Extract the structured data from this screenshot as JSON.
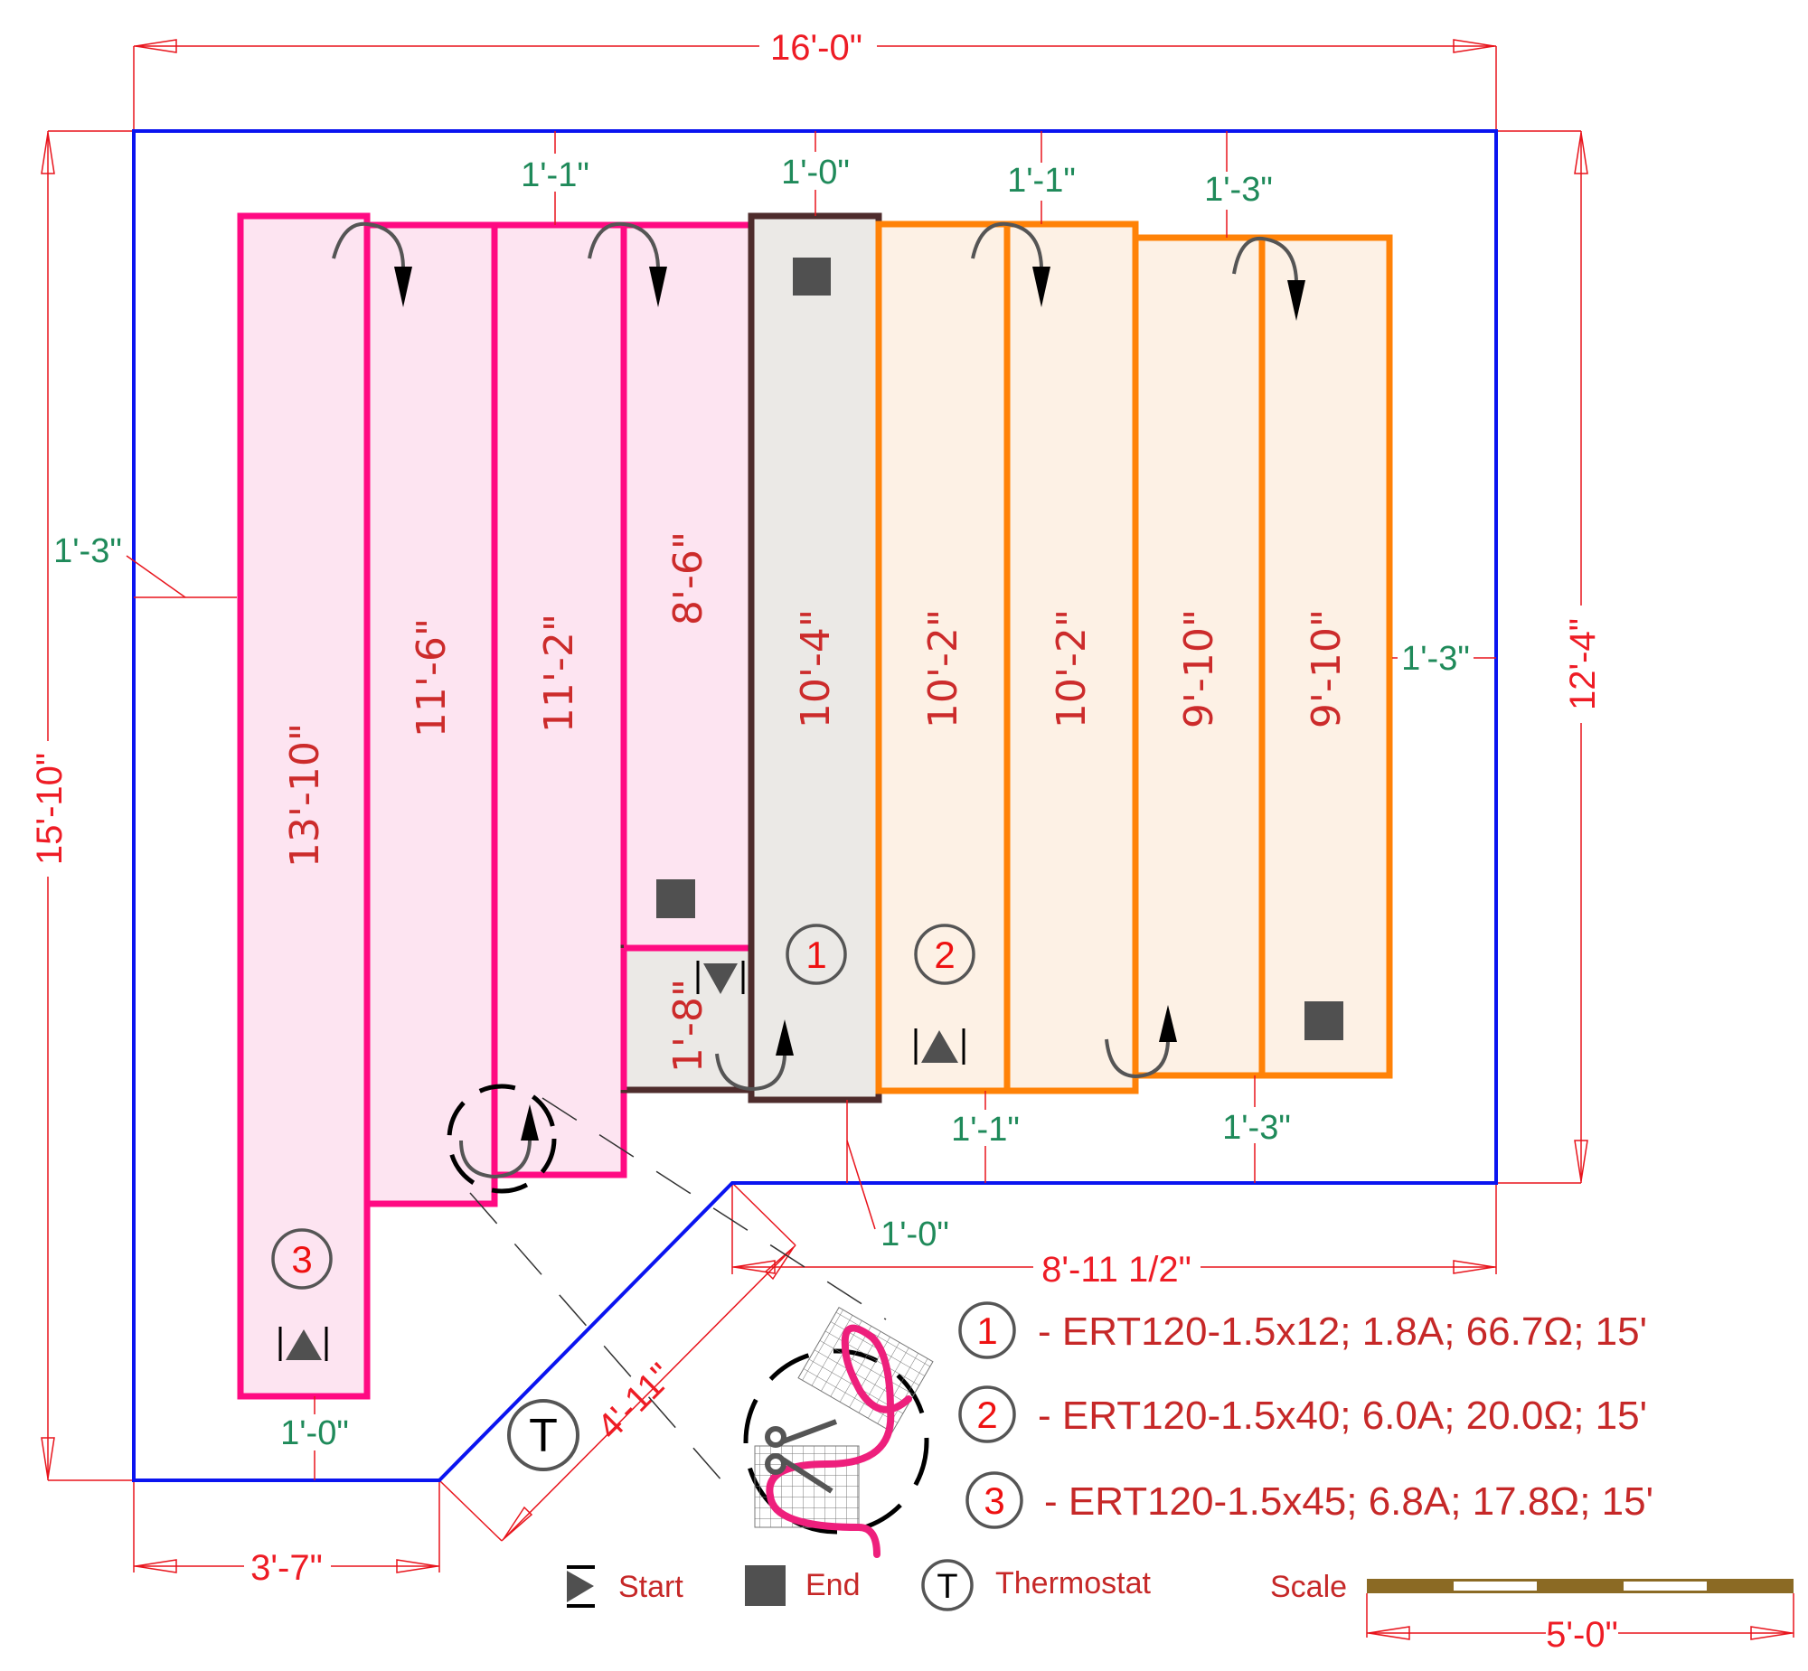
{
  "title": "Heating mat floor layout",
  "colors": {
    "room_outline": "#0a14f0",
    "dimension": "#ee1c25",
    "offset_dimension": "#1f8a5a",
    "mat_3_stroke": "#ff0a82",
    "mat_3_fill": "#fde4f1",
    "mat_1_stroke": "#4e2c2c",
    "mat_1_fill": "#ebe9e6",
    "mat_2_stroke": "#ff8207",
    "mat_2_fill": "#fdf1e5",
    "marker": "#505050",
    "scale_bar": "#8b6a24"
  },
  "overall_dimensions": {
    "width": "16'-0\"",
    "left_height": "15'-10\"",
    "right_height": "12'-4\"",
    "bottom_left_width": "3'-7\"",
    "bottom_right_width": "8'-11 1/2\"",
    "diagonal": "4'-11\""
  },
  "offsets": {
    "top_a": "1'-1\"",
    "top_b": "1'-0\"",
    "top_c": "1'-1\"",
    "top_d": "1'-3\"",
    "left": "1'-3\"",
    "right": "1'-3\"",
    "bottom_strip3": "1'-0\"",
    "bottom_mat1": "1'-0\"",
    "bottom_orange_a": "1'-1\"",
    "bottom_orange_b": "1'-3\""
  },
  "strips": [
    {
      "mat": 3,
      "length": "13'-10\""
    },
    {
      "mat": 3,
      "length": "11'-6\""
    },
    {
      "mat": 3,
      "length": "11'-2\""
    },
    {
      "mat": 3,
      "length": "8'-6\""
    },
    {
      "mat": 1,
      "length": "1'-8\""
    },
    {
      "mat": 1,
      "length": "10'-4\""
    },
    {
      "mat": 2,
      "length": "10'-2\""
    },
    {
      "mat": 2,
      "length": "10'-2\""
    },
    {
      "mat": 2,
      "length": "9'-10\""
    },
    {
      "mat": 2,
      "length": "9'-10\""
    }
  ],
  "mat_labels": [
    "1",
    "2",
    "3"
  ],
  "thermostat_symbol": "T",
  "mats": [
    {
      "number": "1",
      "spec": "- ERT120-1.5x12; 1.8A; 66.7Ω; 15'"
    },
    {
      "number": "2",
      "spec": "- ERT120-1.5x40; 6.0A; 20.0Ω; 15'"
    },
    {
      "number": "3",
      "spec": "- ERT120-1.5x45; 6.8A; 17.8Ω; 15'"
    }
  ],
  "key": {
    "start": "Start",
    "end": "End",
    "thermostat": "Thermostat",
    "thermostat_symbol": "T"
  },
  "scale": {
    "label": "Scale",
    "length": "5'-0\""
  }
}
